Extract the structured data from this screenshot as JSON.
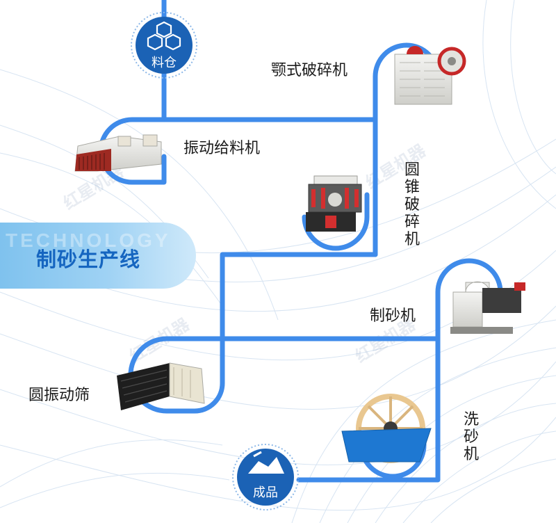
{
  "banner": {
    "title": "制砂生产线",
    "ghost_text": "TECHNOLOGY"
  },
  "nodes": {
    "start": {
      "label": "料仓",
      "icon": "cubes-icon"
    },
    "end": {
      "label": "成品",
      "icon": "sand-pile-icon"
    }
  },
  "steps": [
    {
      "label": "颚式破碎机",
      "icon": "jaw-crusher-icon"
    },
    {
      "label": "振动给料机",
      "icon": "vibrating-feeder-icon"
    },
    {
      "label": "圆锥破碎机",
      "icon": "cone-crusher-icon"
    },
    {
      "label": "制砂机",
      "icon": "sand-maker-icon"
    },
    {
      "label": "圆振动筛",
      "icon": "vibrating-screen-icon"
    },
    {
      "label": "洗砂机",
      "icon": "sand-washer-icon"
    }
  ],
  "watermark": "红星机器",
  "colors": {
    "flow_line": "#3f8bea",
    "node_fill": "#1b62b5",
    "banner_text": "#1565c0"
  }
}
